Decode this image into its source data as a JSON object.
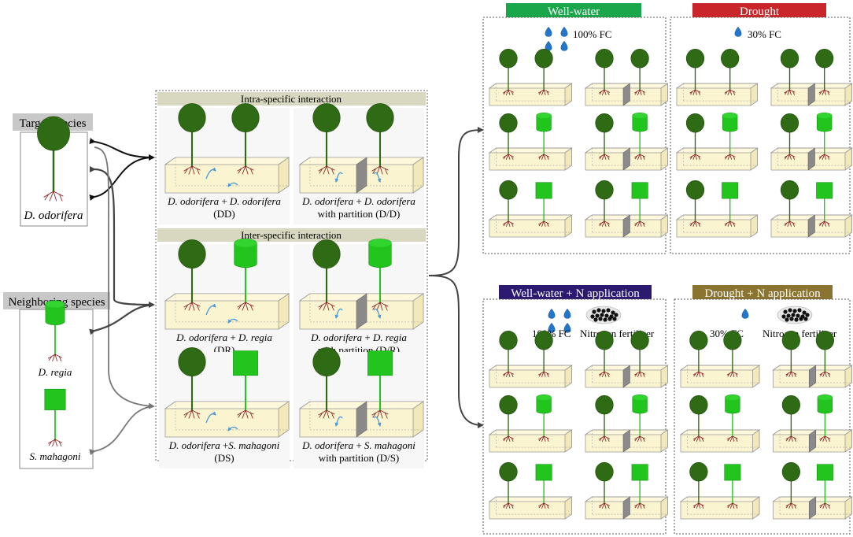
{
  "target": {
    "header": "Target species",
    "species": "D. odorifera"
  },
  "neighbor": {
    "header": "Neighboring species",
    "species": [
      "D. regia",
      "S. mahagoni"
    ]
  },
  "intra": {
    "header": "Intra-specific interaction",
    "panels": [
      {
        "line1": [
          "D. odorifera",
          " + ",
          "D. odorifera"
        ],
        "line2": "(DD)",
        "partition": false
      },
      {
        "line1": [
          "D. odorifera",
          " + ",
          "D. odorifera"
        ],
        "line2": "with partition (D/D)",
        "partition": true
      }
    ]
  },
  "inter": {
    "header": "Inter-specific interaction",
    "panels": [
      {
        "line1": [
          "D. odorifera",
          " + ",
          "D. regia"
        ],
        "line2": "(DR)",
        "partition": false
      },
      {
        "line1": [
          "D. odorifera",
          " + ",
          "D. regia"
        ],
        "line2": "with partition (D/R)",
        "partition": true
      },
      {
        "line1": [
          "D. odorifera",
          " +",
          "S. mahagoni"
        ],
        "line2": "(DS)",
        "partition": false
      },
      {
        "line1": [
          "D. odorifera",
          " + ",
          "S. mahagoni"
        ],
        "line2": "with partition (D/S)",
        "partition": true
      }
    ]
  },
  "treatments": [
    {
      "title": "Well-water",
      "color": "#1aa64b",
      "water": "100% FC",
      "drops": 4,
      "fertilizer": ""
    },
    {
      "title": "Drought",
      "color": "#c8262b",
      "water": "30% FC",
      "drops": 1,
      "fertilizer": ""
    },
    {
      "title": "Well-water + N application",
      "color": "#2b1a70",
      "water": "100% FC",
      "drops": 4,
      "fertilizer": "Nitrogen fertilizer"
    },
    {
      "title": "Drought + N application",
      "color": "#8a7430",
      "water": "30% FC",
      "drops": 1,
      "fertilizer": "Nitrogen fertilizer"
    }
  ],
  "colors": {
    "tree": "#2f6b14",
    "neighbor": "#22c41e",
    "soil": "#fbf4d0",
    "partition": "#8a8a8a",
    "root": "#8a2a2a",
    "water": "#2277cc",
    "panel_header": "#d8d8c0",
    "target_header": "#c8c8c8"
  }
}
